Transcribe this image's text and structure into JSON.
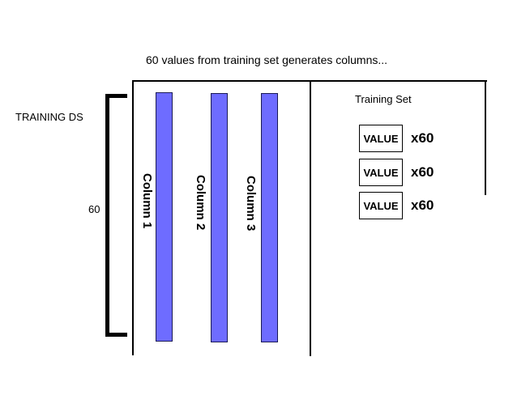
{
  "caption": "60 values from training set generates columns...",
  "dataset_label": "TRAINING DS",
  "row_count_label": "60",
  "training_set_title": "Training Set",
  "columns": [
    {
      "label": "Column 1"
    },
    {
      "label": "Column 2"
    },
    {
      "label": "Column 3"
    }
  ],
  "values": [
    {
      "box": "VALUE",
      "multiplier": "x60"
    },
    {
      "box": "VALUE",
      "multiplier": "x60"
    },
    {
      "box": "VALUE",
      "multiplier": "x60"
    }
  ],
  "colors": {
    "column_fill": "#6e6cff",
    "column_border": "#1a1a55",
    "lines": "#000000"
  }
}
